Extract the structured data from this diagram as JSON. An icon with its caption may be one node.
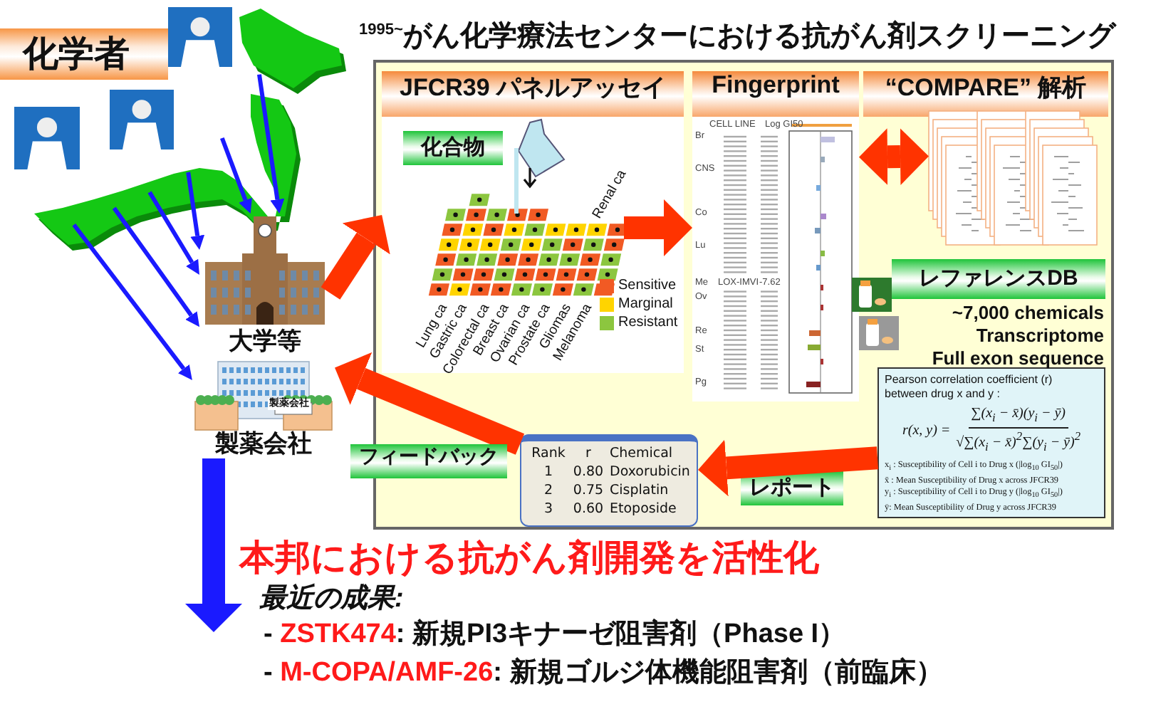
{
  "diagram": {
    "title": "$^{1995~}$がん化学療法センターにおける抗がん剤スクリーニング",
    "nodes": [
      {
        "text": [
          "化学者"
        ]
      },
      {
        "text": [],
        "shape": "picture"
      },
      {
        "text": [
          "大学等"
        ]
      },
      {
        "text": [
          "製薬会社"
        ]
      },
      {
        "text": [],
        "shape": "box"
      },
      {
        "text": [
          "JFCR39 パネルアッセイ"
        ],
        "in": 4
      },
      {
        "text": [
          "化合物"
        ],
        "in": 5
      },
      {
        "text": [],
        "shape": "picture",
        "in": 5,
        "beside": [
          "Lung ca",
          "Gastric ca",
          "Colorectal ca",
          "Breast ca",
          "Ovarian ca",
          "Prostate ca",
          "Gliomas",
          "Melanoma"
        ]
      },
      {
        "text": [
          "Fingerprint"
        ],
        "in": 4
      },
      {
        "text": [
          "“COMPARE” 解析"
        ],
        "in": 4
      },
      {
        "text": [],
        "shape": "picture",
        "in": 4
      },
      {
        "text": [
          "レファレンスDB"
        ],
        "in": 4
      },
      {
        "text": [
          "Pearson correlation coefficient (r) between drug x and y :",
          "r(x, y) =",
          "∑(x$_{i}$ − x̄)(y$_{i}$ − ȳ)",
          "√∑(x$_{i}$ − x̄)$^{2}$∑(y$_{i}$ − ȳ)$^{2}$",
          "x$_{i}$ : Susceptibility of Cell i to Drug x (|log$_{10}$ GI$_{50}$|)",
          "x̄ : Mean Susceptibility of Drug x across JFCR39",
          "y$_{i}$ : Susceptibility of Cell i to Drug y (|log$_{10}$ GI$_{50}$|)",
          "ȳ: Mean Susceptibility of Drug y across JFCR39"
        ],
        "in": 4
      },
      {
        "text": [
          "Rank",
          "r",
          "Chemical",
          "1",
          "0.80",
          "Doxorubicin",
          "2",
          "0.75",
          "Cisplatin",
          "3",
          "0.60",
          "Etoposide"
        ],
        "in": 4
      },
      {
        "text": [
          "レポート"
        ],
        "in": 4
      }
    ],
    "edges": [
      {
        "from": 1,
        "to": 2,
        "arrow": "to"
      },
      {
        "from": 1,
        "to": 2,
        "arrow": "to"
      },
      {
        "from": 1,
        "to": 2,
        "arrow": "to"
      },
      {
        "from": 1,
        "to": 2,
        "arrow": "to"
      },
      {
        "from": 1,
        "to": 2,
        "arrow": "to"
      },
      {
        "from": 1,
        "to": 3,
        "arrow": "to"
      },
      {
        "from": 2,
        "to": 5,
        "arrow": "to",
        "style": "thick",
        "color": "#ff3300"
      },
      {
        "from": 7,
        "to": 8,
        "arrow": "to",
        "style": "thick",
        "color": "#ff3300"
      },
      {
        "from": 8,
        "to": 10,
        "arrow": "both",
        "style": "thick",
        "color": "#ff3300"
      },
      {
        "from": 12,
        "to": 13,
        "arrow": "to",
        "style": "thick",
        "color": "#ff3300"
      },
      {
        "from": 13,
        "to": 3,
        "arrow": "to",
        "label": "フィードバック",
        "style": "thick",
        "color": "#ff3300"
      },
      {
        "from": 3,
        "to": null,
        "arrow": "to",
        "style": "thick"
      }
    ],
    "labels": [
      "Renal ca",
      "CELL LINE",
      "Log GI50",
      "Br",
      "CNS",
      "Co",
      "Lu",
      "Me",
      "LOX-IMVI",
      "-7.62",
      "Ov",
      "Re",
      "St",
      "Pg",
      "~7,000 chemicals",
      "Transcriptome",
      "Full exon sequence",
      "製薬会社",
      "本邦における抗がん剤開発を活性化",
      "最近の成果:",
      "- **ZSTK474**: 新規PI3キナーゼ阻害剤（Phase I）",
      "- **M-COPA/AMF-26**: 新規ゴルジ体機能阻害剤（前臨床）"
    ],
    "legend": [
      {
        "text": "Sensitive",
        "color": "#f15a24"
      },
      {
        "text": "Marginal",
        "color": "#ffd400"
      },
      {
        "text": "Resistant",
        "color": "#8cc63f"
      }
    ]
  }
}
